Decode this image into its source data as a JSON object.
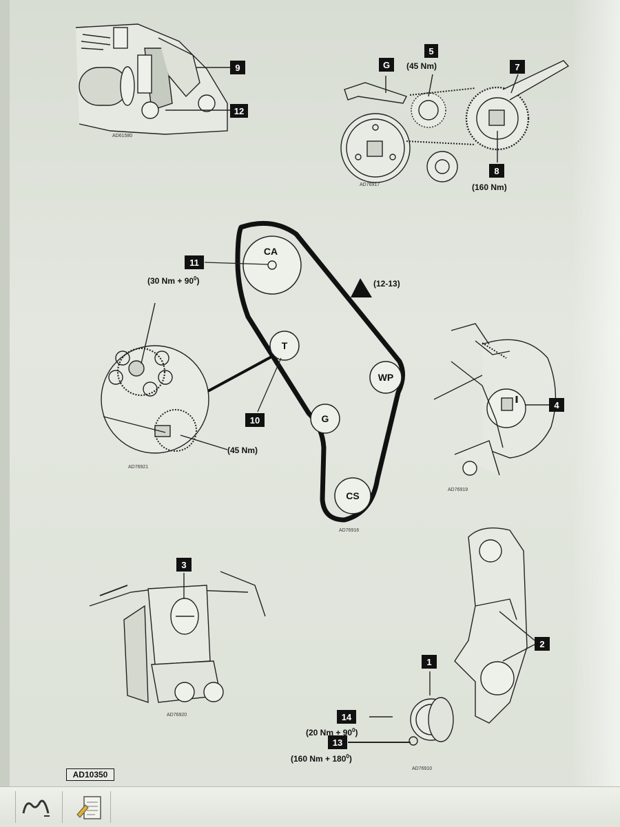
{
  "reference_code": "AD10350",
  "figure_codes": {
    "top_left": "AD61580",
    "top_right": "AD76917",
    "left_detail": "AD76921",
    "center": "AD76916",
    "right_detail": "AD76919",
    "bottom_left": "AD76920",
    "bottom_right": "AD76910"
  },
  "callouts": {
    "n1": "1",
    "n2": "2",
    "n3": "3",
    "n4": "4",
    "n5": "5",
    "n6": "G",
    "n7": "7",
    "n8": "8",
    "n9": "9",
    "n10": "10",
    "n11": "11",
    "n12": "12",
    "n13": "13",
    "n14": "14"
  },
  "torques": {
    "t5": "(45 Nm)",
    "t8": "(160 Nm)",
    "t11": "(30 Nm + 90",
    "t10": "(45 Nm)",
    "t14": "(20 Nm + 90",
    "t13": "(160 Nm + 180",
    "deg": "0",
    "close": ")"
  },
  "pulleys": {
    "camshaft": "CA",
    "tensioner": "T",
    "water_pump": "WP",
    "guide": "G",
    "crankshaft": "CS"
  },
  "tension_ref": "(12-13)",
  "colors": {
    "belt": "#111111",
    "callout_bg": "#111111",
    "background": "#dfe4dc"
  }
}
